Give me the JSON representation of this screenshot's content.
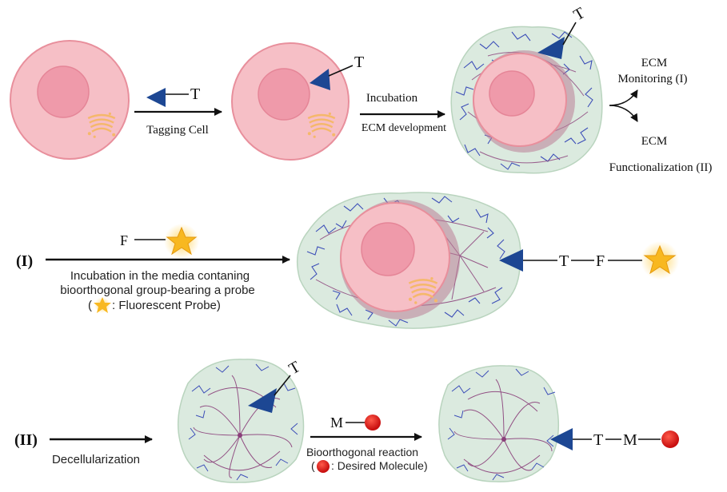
{
  "row1": {
    "tag_label": "T",
    "arrow1_label": "Tagging Cell",
    "cell2_tag": "T",
    "arrow2_top": "Incubation",
    "arrow2_bottom": "ECM development",
    "cell3_tag": "T",
    "branch_top_line1": "ECM",
    "branch_top_line2": "Monitoring (I)",
    "branch_bottom_line1": "ECM",
    "branch_bottom_line2": "Functionalization (II)"
  },
  "row2": {
    "route_label": "(I)",
    "probe_letter": "F",
    "caption_line1": "Incubation in the media contaning",
    "caption_line2": "bioorthogonal group-bearing a probe",
    "caption_line3_open": "(",
    "caption_line3_text": ": Fluorescent Probe)",
    "chain_T": "T",
    "chain_F": "F"
  },
  "row3": {
    "route_label": "(II)",
    "arrow1_label": "Decellularization",
    "cell_tag": "T",
    "molecule_letter": "M",
    "caption_line1": "Bioorthogonal reaction",
    "caption_line2_open": "(",
    "caption_line2_text": ": Desired Molecule)",
    "chain_T": "T",
    "chain_M": "M"
  },
  "colors": {
    "cell_fill": "#f6bfc6",
    "cell_stroke": "#e88f9c",
    "nucleus_fill": "#ef9aaa",
    "golgi": "#f5b86b",
    "ecm_fill": "#dbeadf",
    "fiber_blue": "#3d4fb8",
    "fiber_purple": "#8a3f7a",
    "triangle": "#1d4793",
    "star": "#f8b820",
    "molecule": "#dd1c1c"
  }
}
